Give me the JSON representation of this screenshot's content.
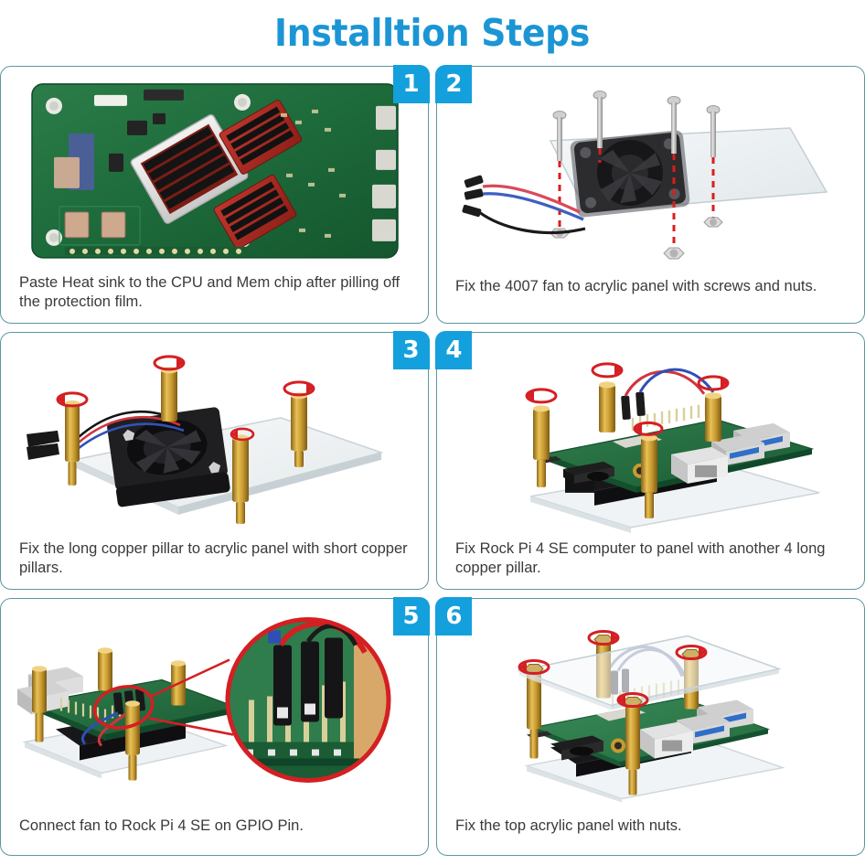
{
  "header": {
    "title": "Installtion Steps",
    "title_color": "#1b95d4"
  },
  "theme": {
    "badge_color": "#14a0dc",
    "card_border_color": "#5d97a2",
    "caption_color": "#3a3a3a",
    "guide_line_color": "#d91e1e",
    "pcb_green": "#1f6b3a",
    "brass": "#c8962e",
    "acrylic": "#eef1f3"
  },
  "steps": [
    {
      "number": "1",
      "badge_position": "right",
      "caption": "Paste Heat sink to the CPU and Mem chip after pilling off the protection film.",
      "illustration": "rock-pi-board-with-heatsinks"
    },
    {
      "number": "2",
      "badge_position": "left",
      "caption": "Fix the 4007 fan to  acrylic panel with screws and nuts.",
      "illustration": "fan-screws-acrylic-panel"
    },
    {
      "number": "3",
      "badge_position": "right",
      "caption": "Fix the long copper pillar to acrylic panel with short copper pillars.",
      "illustration": "copper-pillars-on-panel"
    },
    {
      "number": "4",
      "badge_position": "left",
      "caption": "Fix Rock Pi 4 SE computer to panel with another 4 long copper pillar.",
      "illustration": "board-mounted-on-panel"
    },
    {
      "number": "5",
      "badge_position": "right",
      "caption": "Connect fan to Rock Pi 4 SE on GPIO Pin.",
      "illustration": "gpio-connection-with-zoom-callout"
    },
    {
      "number": "6",
      "badge_position": "left",
      "caption": "Fix the top acrylic panel with nuts.",
      "illustration": "completed-assembly-top-panel"
    }
  ]
}
